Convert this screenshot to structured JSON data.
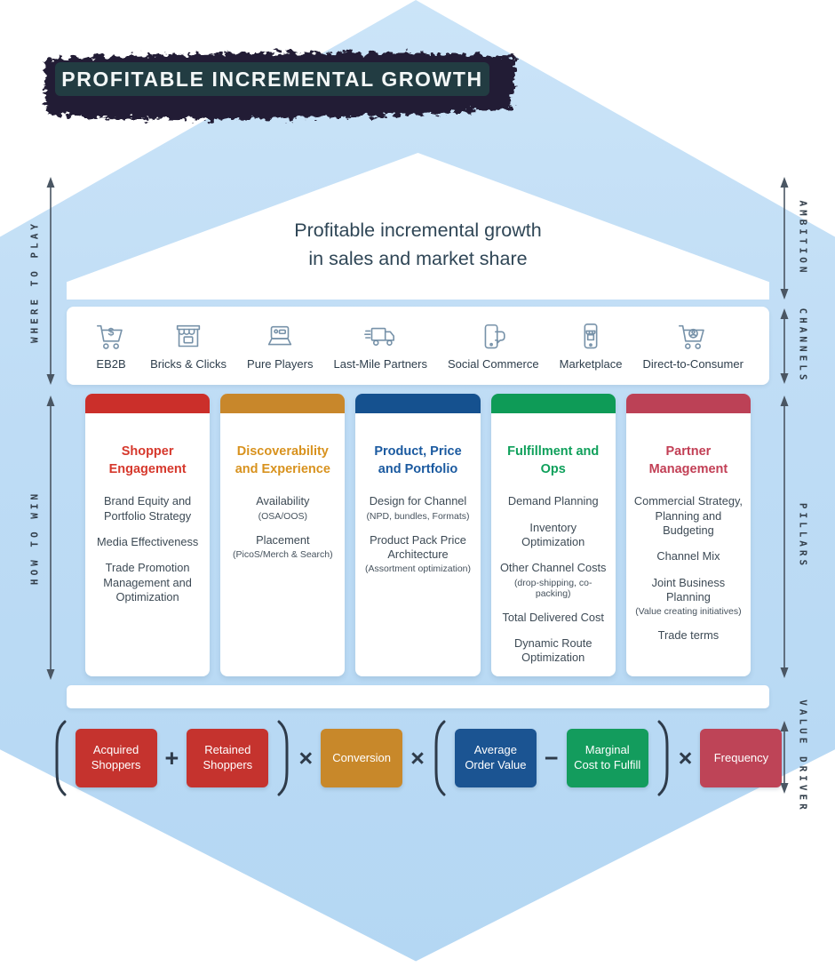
{
  "banner": {
    "title": "PROFITABLE INCREMENTAL GROWTH"
  },
  "ambition": {
    "line1": "Profitable incremental growth",
    "line2": "in sales and market share"
  },
  "rails": {
    "left": [
      {
        "label": "WHERE TO PLAY"
      },
      {
        "label": "HOW TO WIN"
      }
    ],
    "right": [
      {
        "label": "AMBITION"
      },
      {
        "label": "CHANNELS"
      },
      {
        "label": "PILLARS"
      },
      {
        "label": "VALUE DRIVER"
      }
    ]
  },
  "channels": [
    {
      "label": "EB2B",
      "icon": "cart-dollar-icon"
    },
    {
      "label": "Bricks & Clicks",
      "icon": "storefront-icon"
    },
    {
      "label": "Pure Players",
      "icon": "laptop-commerce-icon"
    },
    {
      "label": "Last-Mile Partners",
      "icon": "delivery-truck-icon"
    },
    {
      "label": "Social Commerce",
      "icon": "phone-chat-icon"
    },
    {
      "label": "Marketplace",
      "icon": "phone-store-icon"
    },
    {
      "label": "Direct-to-Consumer",
      "icon": "cart-person-icon"
    }
  ],
  "pillars": [
    {
      "title": "Shopper Engagement",
      "color": "#CB2F2A",
      "items": [
        {
          "text": "Brand Equity and Portfolio Strategy"
        },
        {
          "text": "Media Effectiveness"
        },
        {
          "text": "Trade Promotion Management and Optimization"
        }
      ]
    },
    {
      "title": "Discoverability and Experience",
      "color": "#C8872B",
      "items": [
        {
          "text": "Availability",
          "note": "(OSA/OOS)"
        },
        {
          "text": "Placement",
          "note": "(PicoS/Merch & Search)"
        }
      ]
    },
    {
      "title": "Product, Price and Portfolio",
      "color": "#15518F",
      "items": [
        {
          "text": "Design for Channel",
          "note": "(NPD, bundles, Formats)"
        },
        {
          "text": "Product Pack Price Architecture",
          "note": "(Assortment optimization)"
        }
      ]
    },
    {
      "title": "Fulfillment and Ops",
      "color": "#0E9B57",
      "items": [
        {
          "text": "Demand Planning"
        },
        {
          "text": "Inventory Optimization"
        },
        {
          "text": "Other Channel Costs",
          "note": "(drop-shipping, co-packing)"
        },
        {
          "text": "Total Delivered Cost"
        },
        {
          "text": "Dynamic Route Optimization"
        }
      ]
    },
    {
      "title": "Partner Management",
      "color": "#BC4156",
      "items": [
        {
          "text": "Commercial Strategy, Planning and Budgeting"
        },
        {
          "text": "Channel Mix"
        },
        {
          "text": "Joint Business Planning",
          "note": "(Value creating initiatives)"
        },
        {
          "text": "Trade terms"
        }
      ]
    }
  ],
  "formula": {
    "tokens": [
      {
        "type": "bracket",
        "label": "("
      },
      {
        "type": "box",
        "label": "Acquired Shoppers",
        "color": "#C5332E"
      },
      {
        "type": "operator",
        "label": "+"
      },
      {
        "type": "box",
        "label": "Retained Shoppers",
        "color": "#C5332E"
      },
      {
        "type": "bracket",
        "label": ")"
      },
      {
        "type": "operator",
        "label": "×"
      },
      {
        "type": "box",
        "label": "Conversion",
        "color": "#C8882A"
      },
      {
        "type": "operator",
        "label": "×"
      },
      {
        "type": "bracket",
        "label": "("
      },
      {
        "type": "box",
        "label": "Average Order Value",
        "color": "#1B5492"
      },
      {
        "type": "operator",
        "label": "−"
      },
      {
        "type": "box",
        "label": "Marginal Cost to Fulfill",
        "color": "#139C5D"
      },
      {
        "type": "bracket",
        "label": ")"
      },
      {
        "type": "operator",
        "label": "×"
      },
      {
        "type": "box",
        "label": "Frequency",
        "color": "#BE4457"
      }
    ]
  },
  "colors": {
    "hexagon": "#BEDCF5",
    "banner_bg": "#223C42",
    "brush": "#211F36",
    "heading_text": "#2F4656",
    "body_text": "#3D4A55",
    "icon_stroke": "#7792A9",
    "rail": "#4A5663"
  }
}
